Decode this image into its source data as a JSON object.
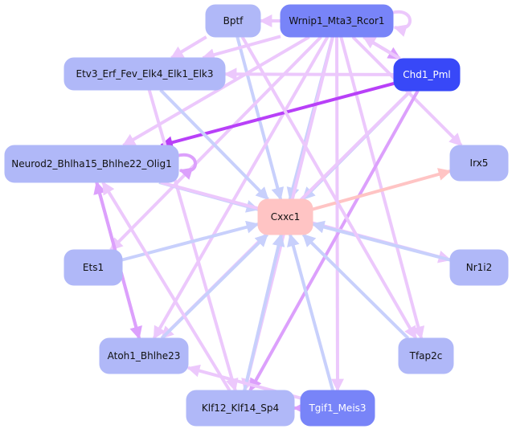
{
  "colors": {
    "light_node": "#b0b8f8",
    "mid_node": "#7884f8",
    "dark_node": "#3848f8",
    "target_node": "#ffc4c4",
    "edge_blue": "#c8d0fc",
    "edge_pink": "#ecc8fc",
    "edge_violet": "#dca0fc",
    "edge_strong": "#b840f8",
    "edge_red": "#ffc4c4"
  },
  "nodes": [
    {
      "id": "Bptf",
      "label": "Bptf",
      "style": "light"
    },
    {
      "id": "Wrnip1",
      "label": "Wrnip1_Mta3_Rcor1",
      "style": "mid"
    },
    {
      "id": "Etv3",
      "label": "Etv3_Erf_Fev_Elk4_Elk1_Elk3",
      "style": "light"
    },
    {
      "id": "Chd1",
      "label": "Chd1_Pml",
      "style": "dark"
    },
    {
      "id": "Neurod2",
      "label": "Neurod2_Bhlha15_Bhlhe22_Olig1",
      "style": "light"
    },
    {
      "id": "Irx5",
      "label": "Irx5",
      "style": "light"
    },
    {
      "id": "Cxxc1",
      "label": "Cxxc1",
      "style": "target"
    },
    {
      "id": "Ets1",
      "label": "Ets1",
      "style": "light"
    },
    {
      "id": "Nr1i2",
      "label": "Nr1i2",
      "style": "light"
    },
    {
      "id": "Atoh1",
      "label": "Atoh1_Bhlhe23",
      "style": "light"
    },
    {
      "id": "Tfap2c",
      "label": "Tfap2c",
      "style": "light"
    },
    {
      "id": "Klf12",
      "label": "Klf12_Klf14_Sp4",
      "style": "light"
    },
    {
      "id": "Tgif1",
      "label": "Tgif1_Meis3",
      "style": "mid"
    }
  ],
  "edges": [
    {
      "from": "Bptf",
      "to": "Cxxc1",
      "color": "blue"
    },
    {
      "from": "Bptf",
      "to": "Etv3",
      "color": "pink"
    },
    {
      "from": "Wrnip1",
      "to": "Wrnip1",
      "color": "pink",
      "loop": true
    },
    {
      "from": "Wrnip1",
      "to": "Chd1",
      "color": "violet"
    },
    {
      "from": "Wrnip1",
      "to": "Etv3",
      "color": "pink"
    },
    {
      "from": "Wrnip1",
      "to": "Bptf",
      "color": "pink"
    },
    {
      "from": "Wrnip1",
      "to": "Cxxc1",
      "color": "blue"
    },
    {
      "from": "Wrnip1",
      "to": "Neurod2",
      "color": "pink"
    },
    {
      "from": "Wrnip1",
      "to": "Irx5",
      "color": "pink"
    },
    {
      "from": "Wrnip1",
      "to": "Ets1",
      "color": "pink"
    },
    {
      "from": "Wrnip1",
      "to": "Atoh1",
      "color": "pink"
    },
    {
      "from": "Wrnip1",
      "to": "Klf12",
      "color": "pink"
    },
    {
      "from": "Wrnip1",
      "to": "Tgif1",
      "color": "pink"
    },
    {
      "from": "Wrnip1",
      "to": "Tfap2c",
      "color": "pink"
    },
    {
      "from": "Chd1",
      "to": "Wrnip1",
      "color": "pink"
    },
    {
      "from": "Chd1",
      "to": "Etv3",
      "color": "pink"
    },
    {
      "from": "Chd1",
      "to": "Neurod2",
      "color": "strong"
    },
    {
      "from": "Chd1",
      "to": "Cxxc1",
      "color": "blue"
    },
    {
      "from": "Chd1",
      "to": "Atoh1",
      "color": "pink"
    },
    {
      "from": "Chd1",
      "to": "Klf12",
      "color": "violet"
    },
    {
      "from": "Etv3",
      "to": "Cxxc1",
      "color": "blue"
    },
    {
      "from": "Etv3",
      "to": "Klf12",
      "color": "pink"
    },
    {
      "from": "Neurod2",
      "to": "Neurod2",
      "color": "violet",
      "loop": true
    },
    {
      "from": "Neurod2",
      "to": "Cxxc1",
      "color": "blue"
    },
    {
      "from": "Neurod2",
      "to": "Nr1i2",
      "color": "pink"
    },
    {
      "from": "Neurod2",
      "to": "Atoh1",
      "color": "violet"
    },
    {
      "from": "Cxxc1",
      "to": "Irx5",
      "color": "red"
    },
    {
      "from": "Ets1",
      "to": "Cxxc1",
      "color": "blue"
    },
    {
      "from": "Nr1i2",
      "to": "Cxxc1",
      "color": "blue"
    },
    {
      "from": "Atoh1",
      "to": "Cxxc1",
      "color": "blue"
    },
    {
      "from": "Atoh1",
      "to": "Neurod2",
      "color": "violet"
    },
    {
      "from": "Tfap2c",
      "to": "Cxxc1",
      "color": "blue"
    },
    {
      "from": "Klf12",
      "to": "Cxxc1",
      "color": "blue"
    },
    {
      "from": "Klf12",
      "to": "Neurod2",
      "color": "pink"
    },
    {
      "from": "Tgif1",
      "to": "Cxxc1",
      "color": "blue"
    },
    {
      "from": "Tgif1",
      "to": "Klf12",
      "color": "violet"
    },
    {
      "from": "Tgif1",
      "to": "Atoh1",
      "color": "pink"
    },
    {
      "from": "Bptf",
      "to": "Tfap2c",
      "color": "pink"
    }
  ]
}
